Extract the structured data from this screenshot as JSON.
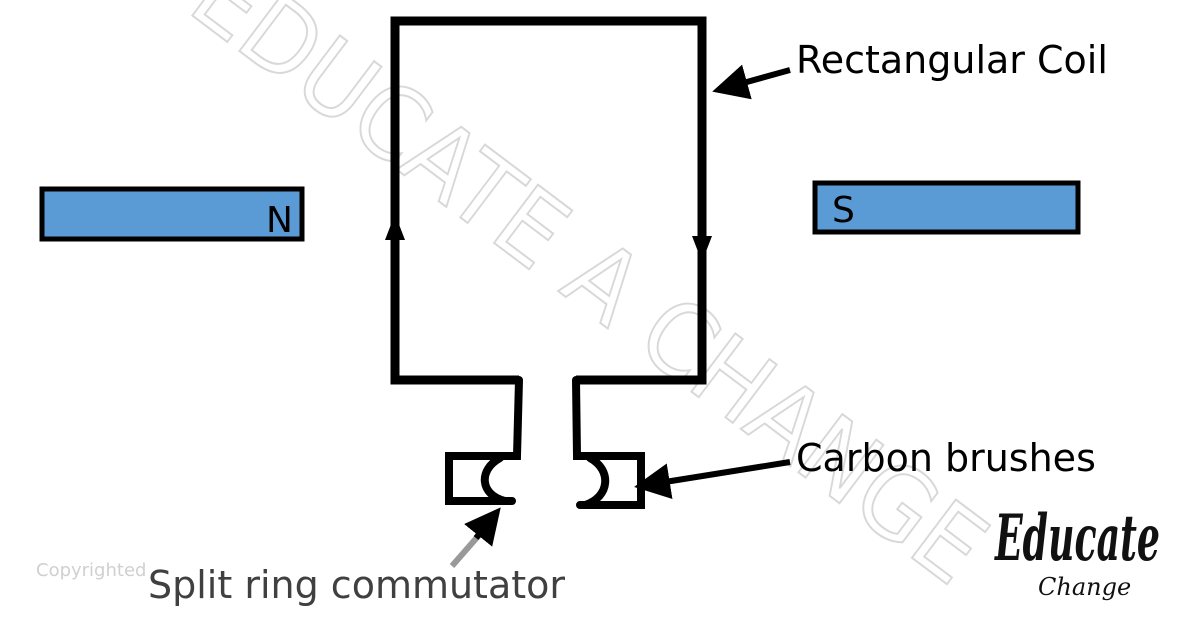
{
  "watermark": "EDUCATE A CHANGE",
  "copyright": "Copyrighted",
  "magnets": {
    "north": "N",
    "south": "S",
    "fill_color": "#5b9bd5"
  },
  "labels": {
    "coil": "Rectangular Coil",
    "brushes": "Carbon brushes",
    "commutator": "Split ring commutator"
  },
  "logo": {
    "line1": "Educate",
    "line2": "Change"
  }
}
